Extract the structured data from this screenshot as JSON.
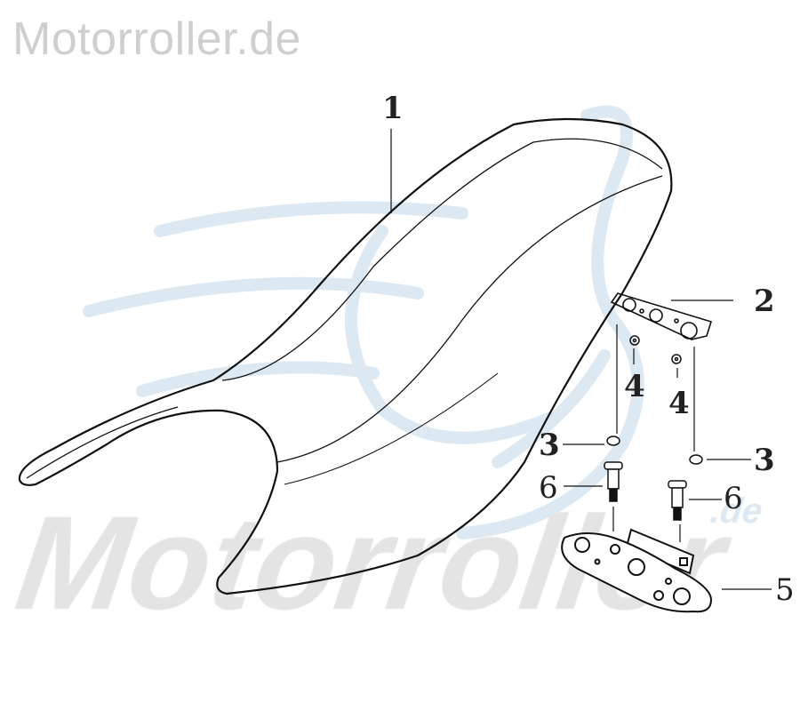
{
  "watermark": {
    "top": "Motorroller.de",
    "background": "Motorroller",
    "background_suffix": ".de"
  },
  "colors": {
    "line": "#111111",
    "watermark_gray": "#e4e4e4",
    "watermark_blue": "#dce8f2"
  },
  "callouts": {
    "seat": "1",
    "plate_top": "2",
    "nut_left": "3",
    "nut_right": "3",
    "washer_left": "4",
    "washer_right": "4",
    "bracket": "5",
    "bolt_left": "6",
    "bolt_right": "6"
  }
}
